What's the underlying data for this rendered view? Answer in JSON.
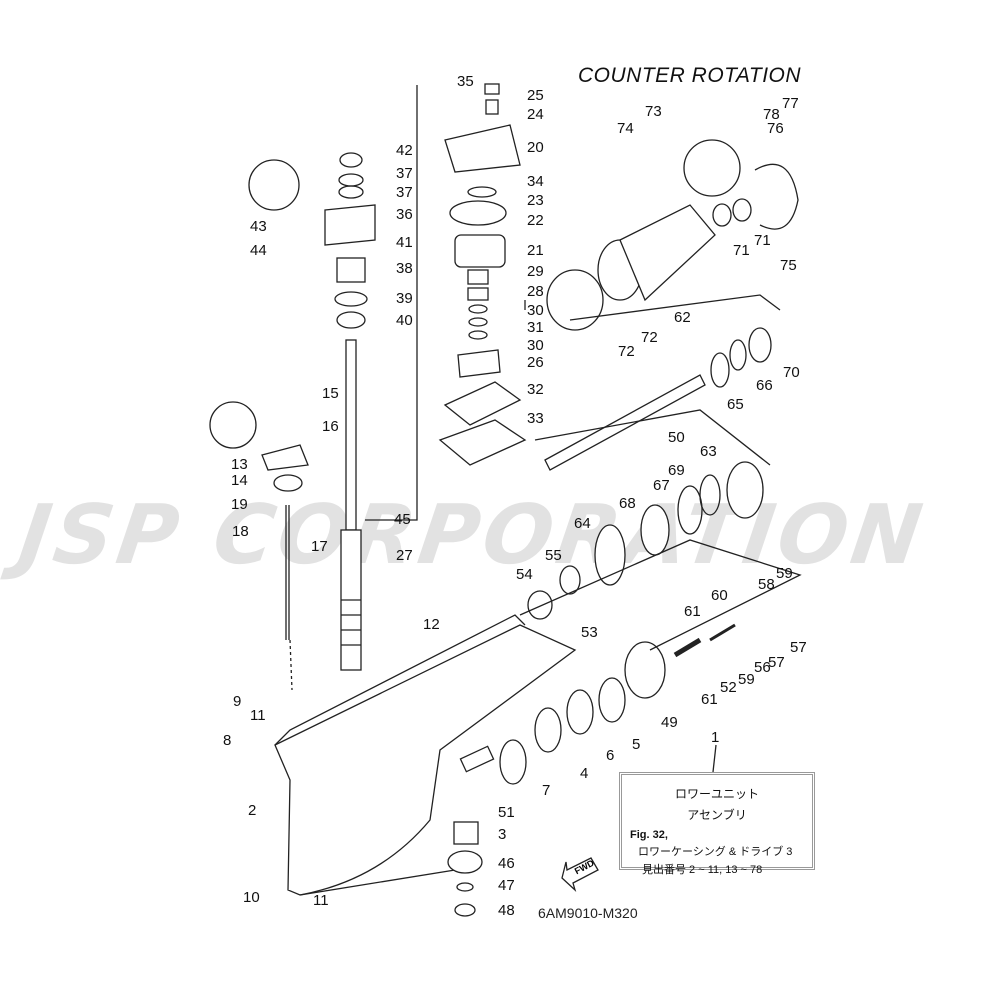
{
  "title": "COUNTER ROTATION",
  "watermark": "JSP CORPORATION",
  "drawing_code": "6AM9010-M320",
  "fwd_arrow_label": "FWD",
  "info_box": {
    "line1": "ロワーユニット",
    "line2": "アセンブリ",
    "line3": "Fig. 32,",
    "line4": "ロワーケーシング & ドライブ 3",
    "line5": "見出番号 2 ~ 11, 13 ~ 78"
  },
  "callouts": {
    "c1": "1",
    "c2": "2",
    "c3": "3",
    "c4": "4",
    "c5": "5",
    "c6": "6",
    "c7": "7",
    "c8": "8",
    "c9": "9",
    "c10": "10",
    "c11a": "11",
    "c11b": "11",
    "c12": "12",
    "c13": "13",
    "c14": "14",
    "c15": "15",
    "c16": "16",
    "c17": "17",
    "c18": "18",
    "c19": "19",
    "c20": "20",
    "c21": "21",
    "c22": "22",
    "c23": "23",
    "c24": "24",
    "c25": "25",
    "c26": "26",
    "c27": "27",
    "c28": "28",
    "c29": "29",
    "c30a": "30",
    "c30b": "30",
    "c31": "31",
    "c32": "32",
    "c33": "33",
    "c34": "34",
    "c35": "35",
    "c36": "36",
    "c37a": "37",
    "c37b": "37",
    "c38": "38",
    "c39": "39",
    "c40": "40",
    "c41": "41",
    "c42": "42",
    "c43": "43",
    "c44": "44",
    "c45": "45",
    "c46": "46",
    "c47": "47",
    "c48": "48",
    "c49": "49",
    "c50": "50",
    "c51": "51",
    "c52": "52",
    "c53": "53",
    "c54": "54",
    "c55": "55",
    "c56": "56",
    "c57a": "57",
    "c57b": "57",
    "c58": "58",
    "c59a": "59",
    "c59b": "59",
    "c60": "60",
    "c61a": "61",
    "c61b": "61",
    "c62": "62",
    "c63": "63",
    "c64": "64",
    "c65": "65",
    "c66": "66",
    "c67": "67",
    "c68": "68",
    "c69": "69",
    "c70": "70",
    "c71a": "71",
    "c71b": "71",
    "c72a": "72",
    "c72b": "72",
    "c73": "73",
    "c74": "74",
    "c75": "75",
    "c76": "76",
    "c77": "77",
    "c78": "78"
  }
}
